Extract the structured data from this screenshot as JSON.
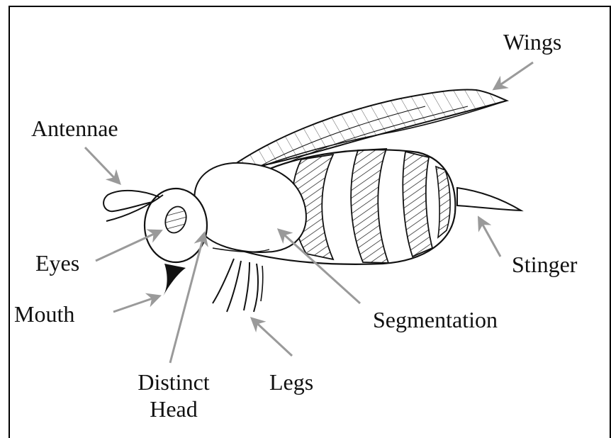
{
  "labels": {
    "wings": "Wings",
    "antennae": "Antennae",
    "eyes": "Eyes",
    "mouth": "Mouth",
    "distinct_head_line1": "Distinct",
    "distinct_head_line2": "Head",
    "legs": "Legs",
    "segmentation": "Segmentation",
    "stinger": "Stinger"
  },
  "colors": {
    "arrow": "#9a9a9a",
    "ink": "#111111",
    "frame": "#000000"
  }
}
